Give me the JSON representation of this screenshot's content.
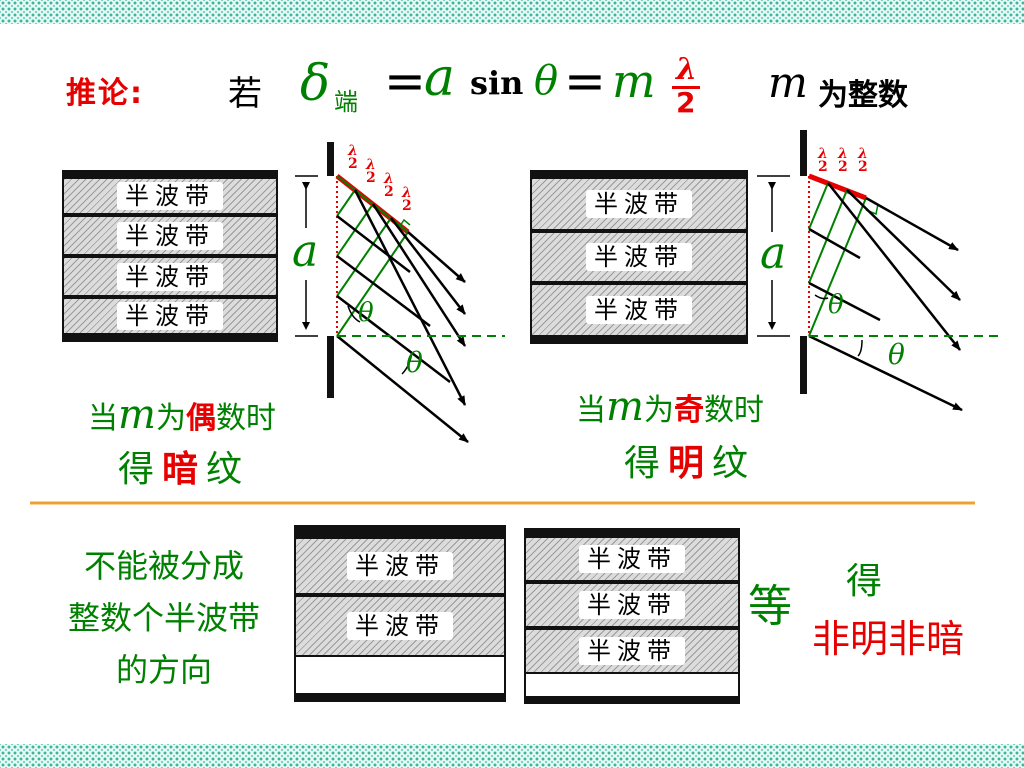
{
  "formula": {
    "prefix": "推论:",
    "ruo": "若",
    "delta": "δ",
    "delta_sub": "端",
    "eq1": "=",
    "a": "a",
    "sin": "sin",
    "theta": "θ",
    "eq2": "=",
    "m": "m",
    "lambda": "λ",
    "two": "2",
    "m2": "m",
    "integer_note": "为整数"
  },
  "left_diagram": {
    "zones": [
      "半波带",
      "半波带",
      "半波带",
      "半波带"
    ],
    "a_label": "a",
    "theta_label": "θ",
    "theta_label_2": "θ",
    "lambda_num": "λ",
    "lambda_den": "2",
    "caption_when": "当",
    "caption_m": "m",
    "caption_is": "为",
    "caption_parity": "偶",
    "caption_time": "数时",
    "result_de": "得",
    "result_kind": "暗",
    "result_wen": "纹"
  },
  "right_diagram": {
    "zones": [
      "半波带",
      "半波带",
      "半波带"
    ],
    "a_label": "a",
    "theta_label": "θ",
    "theta_label_2": "θ",
    "lambda_num": "λ",
    "lambda_den": "2",
    "caption_when": "当",
    "caption_m": "m",
    "caption_is": "为",
    "caption_parity": "奇",
    "caption_time": "数时",
    "result_de": "得",
    "result_kind": "明",
    "result_wen": "纹"
  },
  "bottom": {
    "note_lines": [
      "不能被分成",
      "整数个半波带",
      "的方向"
    ],
    "slit_a_zones": [
      "半波带",
      "半波带"
    ],
    "slit_b_zones": [
      "半波带",
      "半波带",
      "半波带"
    ],
    "etc": "等",
    "result_de": "得",
    "result_text": "非明非暗"
  },
  "colors": {
    "red": "#e60000",
    "green": "#008000",
    "divider": "#f0a030",
    "border_teal": "#3fb39c"
  }
}
